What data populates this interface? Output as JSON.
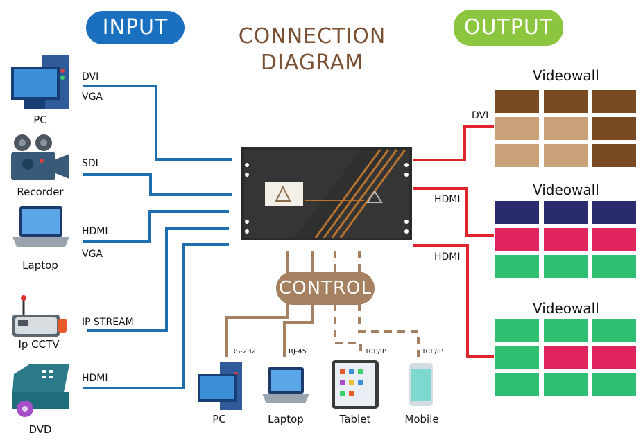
{
  "header": {
    "input_label": "INPUT",
    "output_label": "OUTPUT",
    "title_line1": "CONNECTION",
    "title_line2": "DIAGRAM",
    "control_label": "CONTROL"
  },
  "colors": {
    "input_blue": "#1f6fb0",
    "output_red": "#e0242b",
    "control_tan": "#a68161",
    "input_pill": "#1a6fbf",
    "output_pill": "#8cc63f",
    "title_brown": "#7a4f32"
  },
  "inputs": [
    {
      "device": "PC",
      "icon": "desktop-pc-icon",
      "signals": [
        "DVI",
        "VGA"
      ]
    },
    {
      "device": "Recorder",
      "icon": "video-camera-icon",
      "signals": [
        "SDI"
      ]
    },
    {
      "device": "Laptop",
      "icon": "laptop-icon",
      "signals": [
        "HDMI",
        "VGA"
      ]
    },
    {
      "device": "Ip CCTV",
      "icon": "router-icon",
      "signals": [
        "IP STREAM"
      ]
    },
    {
      "device": "DVD",
      "icon": "dvd-player-icon",
      "signals": [
        "HDMI"
      ]
    }
  ],
  "outputs": [
    {
      "title": "Videowall",
      "signal": "DVI",
      "cells": [
        "#7a4a22",
        "#7a4a22",
        "#7a4a22",
        "#c9a178",
        "#c9a178",
        "#7a4a22",
        "#c9a178",
        "#c9a178",
        "#7a4a22"
      ]
    },
    {
      "title": "Videowall",
      "signal": "HDMI",
      "cells": [
        "#2a2a6e",
        "#2a2a6e",
        "#2a2a6e",
        "#e0245e",
        "#e0245e",
        "#e0245e",
        "#2fbf72",
        "#2fbf72",
        "#2fbf72"
      ]
    },
    {
      "title": "Videowall",
      "signal": "HDMI",
      "cells": [
        "#2fbf72",
        "#2fbf72",
        "#2fbf72",
        "#2fbf72",
        "#e0245e",
        "#e0245e",
        "#2fbf72",
        "#2fbf72",
        "#2fbf72"
      ]
    }
  ],
  "controllers": [
    {
      "device": "PC",
      "icon": "desktop-pc-icon",
      "protocol": "RS-232"
    },
    {
      "device": "Laptop",
      "icon": "laptop-icon",
      "protocol": "RJ-45"
    },
    {
      "device": "Tablet",
      "icon": "tablet-icon",
      "protocol": "TCP/IP"
    },
    {
      "device": "Mobile",
      "icon": "mobile-phone-icon",
      "protocol": "TCP/IP"
    }
  ]
}
